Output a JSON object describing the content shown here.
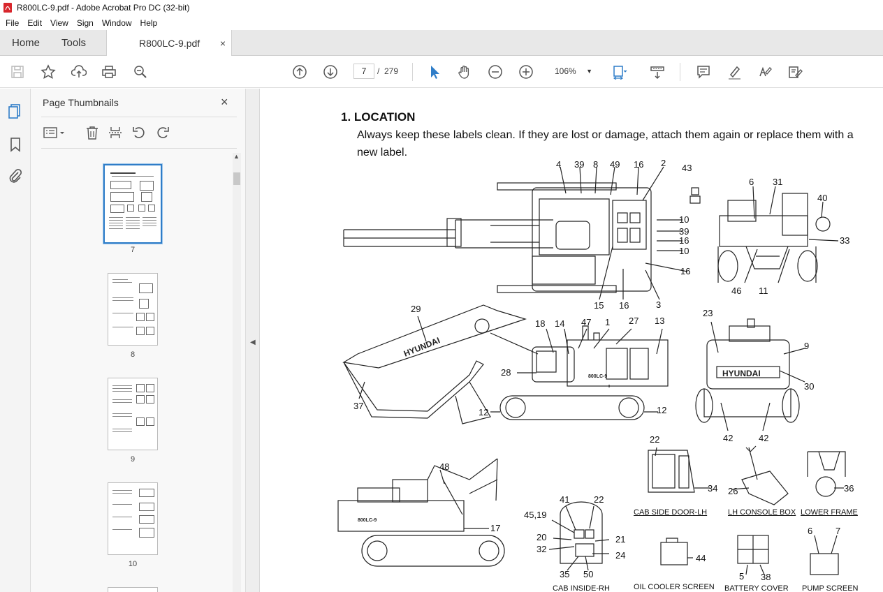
{
  "window": {
    "title": "R800LC-9.pdf - Adobe Acrobat Pro DC (32-bit)"
  },
  "menu": [
    "File",
    "Edit",
    "View",
    "Sign",
    "Window",
    "Help"
  ],
  "tabs": {
    "home": "Home",
    "tools": "Tools",
    "document": "R800LC-9.pdf",
    "close": "×"
  },
  "toolbar": {
    "page_current": "7",
    "page_separator": "/",
    "page_total": "279",
    "zoom": "106%"
  },
  "thumbnails": {
    "title": "Page Thumbnails",
    "close": "×",
    "pages": [
      {
        "label": "7",
        "selected": true
      },
      {
        "label": "8",
        "selected": false
      },
      {
        "label": "9",
        "selected": false
      },
      {
        "label": "10",
        "selected": false
      }
    ]
  },
  "document": {
    "heading": "1.  LOCATION",
    "body": "Always keep these labels clean.  If they are lost or damage, attach them again or replace them with a new label.",
    "callouts_top": [
      "4",
      "39",
      "8",
      "49",
      "16",
      "2",
      "43",
      "10",
      "39",
      "16",
      "10",
      "16",
      "15",
      "16",
      "3",
      "6",
      "31",
      "40",
      "33",
      "46",
      "11"
    ],
    "callouts_mid": [
      "29",
      "18",
      "14",
      "47",
      "1",
      "27",
      "13",
      "28",
      "37",
      "12",
      "12",
      "23",
      "9",
      "30",
      "42",
      "42"
    ],
    "callouts_bottom": [
      "48",
      "17",
      "41",
      "22",
      "45,19",
      "20",
      "21",
      "32",
      "24",
      "35",
      "50",
      "22",
      "34",
      "26",
      "36",
      "44",
      "5",
      "38",
      "6",
      "7"
    ],
    "captions": {
      "cab_side_door": "CAB SIDE DOOR-LH",
      "lh_console_box": "LH CONSOLE BOX",
      "lower_frame": "LOWER FRAME",
      "cab_inside": "CAB INSIDE-RH",
      "oil_cooler": "OIL COOLER SCREEN",
      "battery_cover": "BATTERY COVER",
      "pump_screen": "PUMP SCREEN"
    },
    "brand_text": "HYUNDAI",
    "model_text": "800LC-9"
  },
  "colors": {
    "accent": "#2f7dc8",
    "tabbar": "#e8e8e8",
    "pdf_red": "#d8262c"
  }
}
